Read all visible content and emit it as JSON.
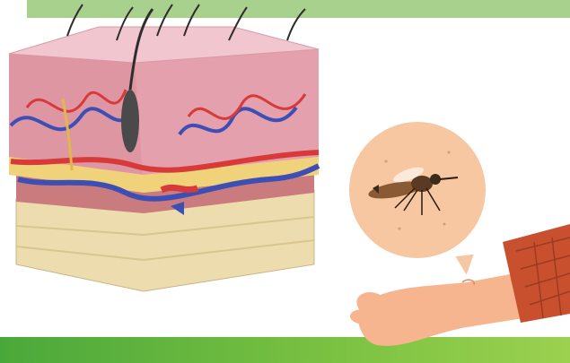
{
  "scene": {
    "skin_cross_section": {
      "layers": [
        "epidermis",
        "dermis",
        "subcutaneous-fat"
      ],
      "structures": [
        "hair-follicles",
        "arteries",
        "veins",
        "nerves"
      ],
      "colors": {
        "epidermis": "#e9a6b3",
        "dermis": "#d9838f",
        "fat": "#f0dfb0",
        "artery": "#d83a3a",
        "vein": "#3d4fb5",
        "hair": "#3a3a3a"
      }
    },
    "mosquito_bite_inset": {
      "skin_color": "#f6c7a0",
      "mosquito_color": "#7a4a2a"
    },
    "arm": {
      "skin_color": "#f6b58f",
      "sleeve_color": "#c8502e"
    },
    "bands": {
      "top_color": "#a9d18e",
      "bottom_color": "#6fbf40"
    }
  }
}
